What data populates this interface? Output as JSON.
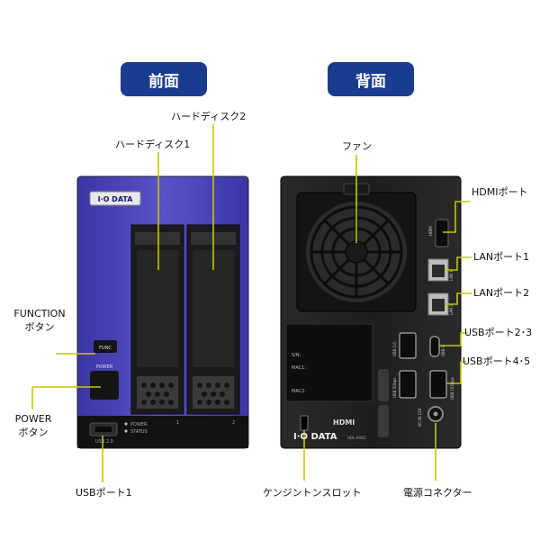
{
  "sections": {
    "front": "前面",
    "back": "背面"
  },
  "front_labels": {
    "hdd1": "ハードディスク1",
    "hdd2": "ハードディスク2",
    "function_l1": "FUNCTION",
    "function_l2": "ボタン",
    "power_l1": "POWER",
    "power_l2": "ボタン",
    "usb1": "USBポート1"
  },
  "back_labels": {
    "fan": "ファン",
    "hdmi": "HDMIポート",
    "lan1": "LANポート1",
    "lan2": "LANポート2",
    "usb23": "USBポート2･3",
    "usb45": "USBポート4･5",
    "kensington": "ケンジントンスロット",
    "power_connector": "電源コネクター"
  },
  "device_text": {
    "brand": "I·O DATA",
    "func_button": "FUNC",
    "power_button": "POWER",
    "led_power": "POWER",
    "led_status": "STATUS",
    "usb_front": "USB 2.0",
    "bay1": "1",
    "bay2": "2",
    "hdmi_port": "HDMI",
    "lan1_port": "LAN 1",
    "lan2_port": "LAN 2",
    "usb20_port": "USB 2.0",
    "usbc_port": "USB-C",
    "usb5g_port": "USB 5Gbps",
    "usb10g_port": "USB 10Gbps",
    "dc_in": "DC IN 12V",
    "sticker_sn": "S/N:",
    "sticker_mac1": "MAC1:",
    "sticker_mac2": "MAC2:",
    "hdmi_logo": "HDMI",
    "back_brand": "I·O DATA",
    "model_code": "HDL-AAX2"
  },
  "colors": {
    "pill": "#1a3c8f",
    "front_panel": "#4a44b8",
    "leader_line": "#c8c400",
    "device_dark": "#1c1c1c"
  }
}
